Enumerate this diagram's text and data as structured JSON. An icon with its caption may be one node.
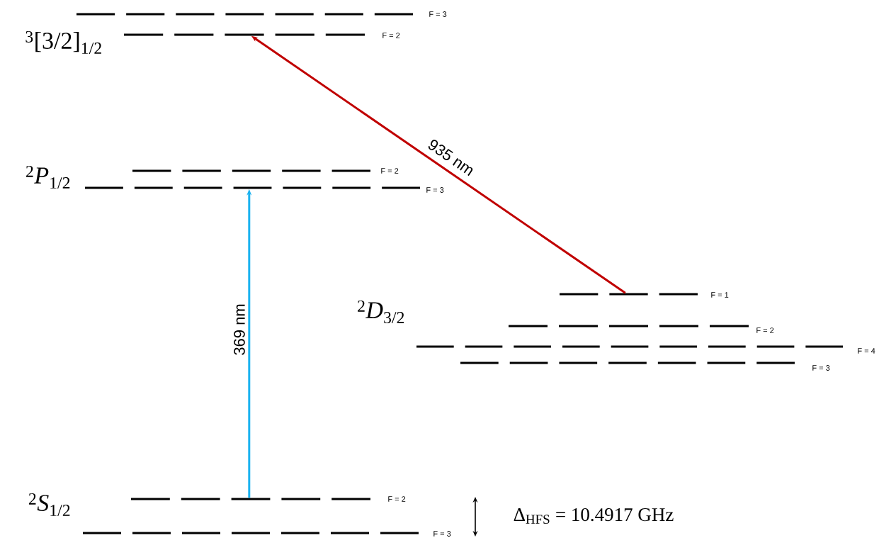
{
  "diagram": {
    "nodes": [
      {
        "text": [],
        "shape": "bar",
        "beside": [
          "F = 3"
        ]
      },
      {
        "text": [],
        "shape": "bar",
        "beside": [
          "F = 2"
        ]
      },
      {
        "text": [],
        "shape": "bar",
        "beside": [
          "F = 2"
        ]
      },
      {
        "text": [],
        "shape": "bar",
        "beside": [
          "F = 3"
        ]
      },
      {
        "text": [],
        "shape": "bar",
        "beside": [
          "F = 1"
        ]
      },
      {
        "text": [],
        "shape": "bar",
        "beside": [
          "F = 2"
        ]
      },
      {
        "text": [],
        "shape": "bar",
        "beside": [
          "F = 4"
        ]
      },
      {
        "text": [],
        "shape": "bar",
        "beside": [
          "F = 3"
        ]
      },
      {
        "text": [],
        "shape": "bar",
        "beside": [
          "F = 2"
        ]
      },
      {
        "text": [],
        "shape": "bar",
        "beside": [
          "F = 3"
        ]
      }
    ],
    "edges": [
      {
        "from": 8,
        "to": 3,
        "arrow": "to",
        "label": "369 nm",
        "color": "#1ab2f0"
      },
      {
        "from": 4,
        "to": 1,
        "arrow": "to",
        "label": "935 nm",
        "color": "#c00000"
      }
    ],
    "labels": [
      "$^{3}$[3/2]$_{1/2}$",
      "$^{2}$*P*$_{1/2}$",
      "$^{2}$*D*$_{3/2}$",
      "$^{2}$*S*$_{1/2}$",
      "Δ$_{HFS}$ = 10.4917 GHz"
    ]
  }
}
